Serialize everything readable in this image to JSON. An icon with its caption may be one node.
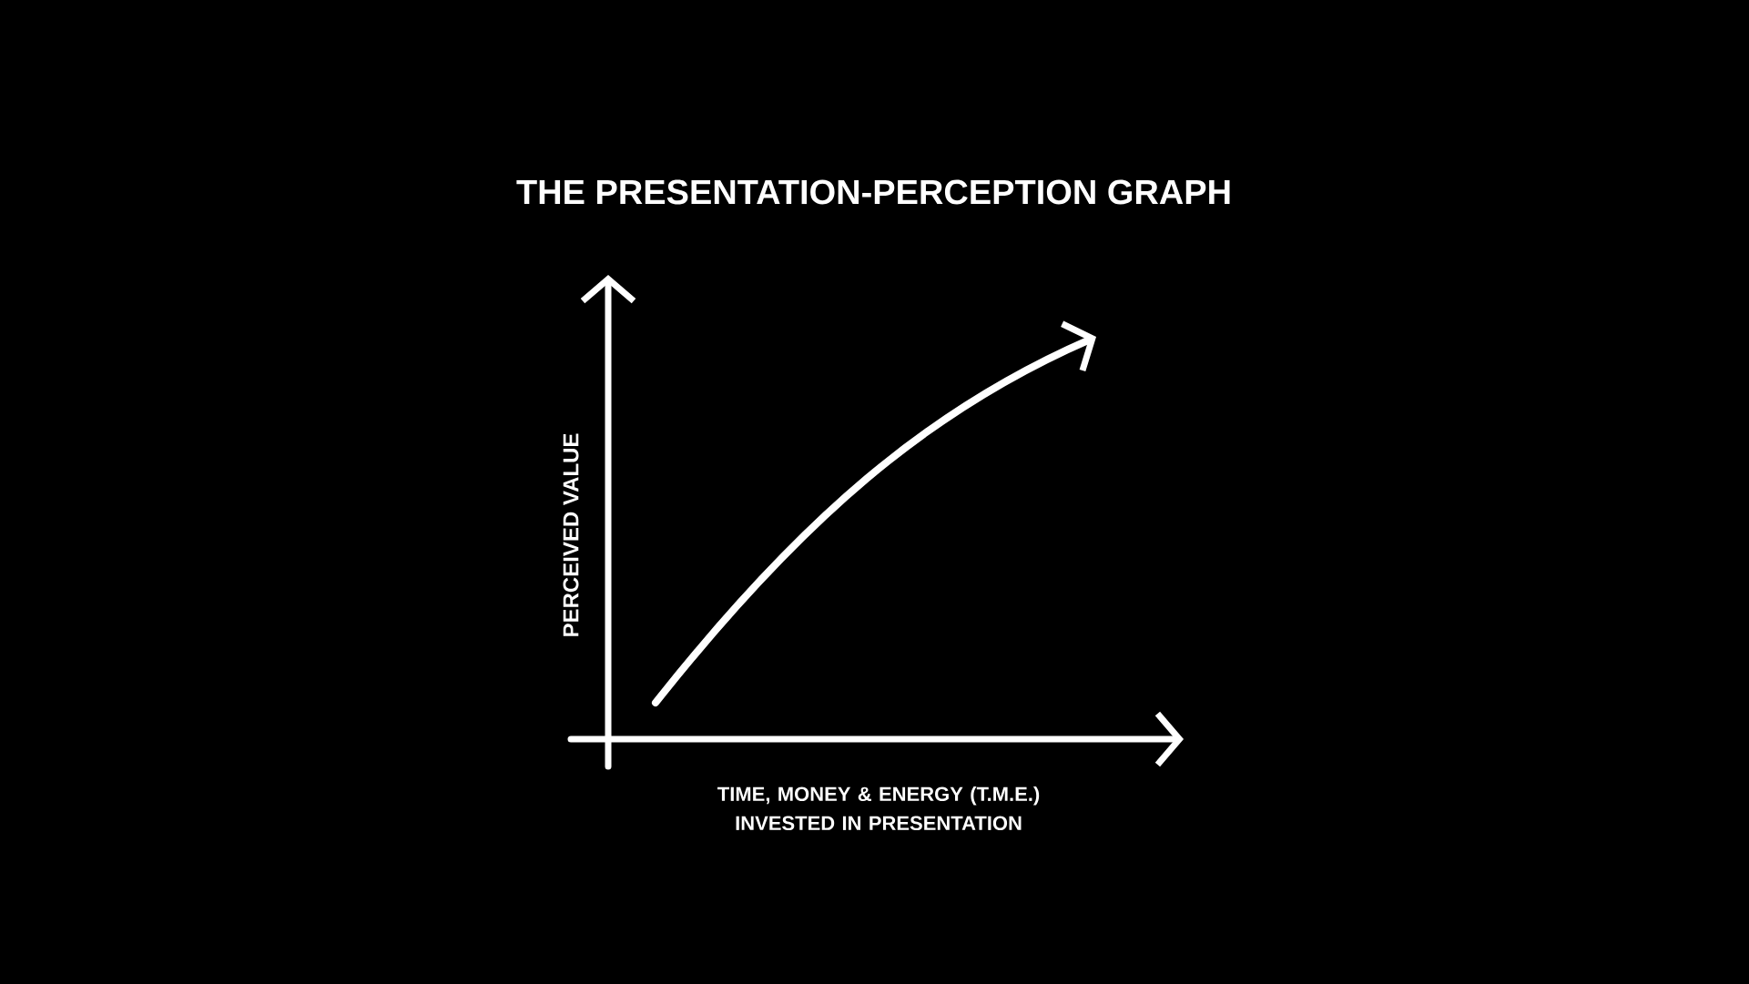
{
  "diagram": {
    "title": "THE PRESENTATION-PERCEPTION GRAPH",
    "labels": [
      "PERCEIVED VALUE",
      "TIME, MONEY & ENERGY (T.M.E.) INVESTED IN PRESENTATION"
    ]
  }
}
